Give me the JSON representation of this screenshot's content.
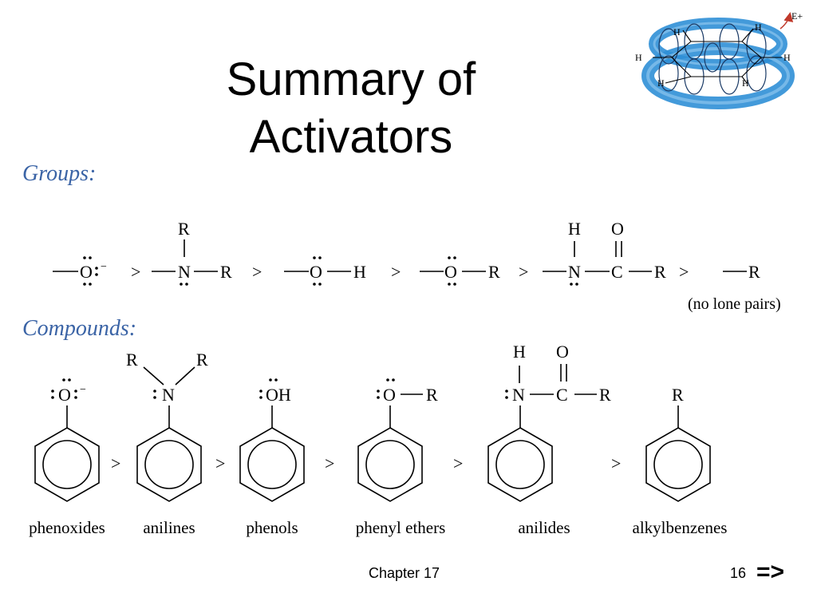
{
  "slide": {
    "title_line1": "Summary of",
    "title_line2": "Activators",
    "footer_chapter": "Chapter 17",
    "page_number": "16",
    "next_arrow": "=>"
  },
  "groups": {
    "label": "Groups:",
    "atoms": {
      "oxide_O": "O",
      "oxide_charge": "−",
      "amine_R_top": "R",
      "amine_N": "N",
      "amine_R_right": "R",
      "hydroxyl_O": "O",
      "hydroxyl_H": "H",
      "ether_O": "O",
      "ether_R": "R",
      "amide_H": "H",
      "amide_N": "N",
      "amide_O": "O",
      "amide_C": "C",
      "amide_R": "R",
      "alkyl_R": "R"
    },
    "greater_than": ">",
    "no_lone_pairs": "(no lone pairs)"
  },
  "compounds": {
    "label": "Compounds:",
    "greater_than": ">",
    "atoms": {
      "phenoxide_O": "O",
      "phenoxide_charge": "−",
      "aniline_R_left": "R",
      "aniline_R_right": "R",
      "aniline_N": "N",
      "phenol_OH": "OH",
      "ether_O": "O",
      "ether_R": "R",
      "anilide_H": "H",
      "anilide_N": "N",
      "anilide_O": "O",
      "anilide_C": "C",
      "anilide_R": "R",
      "alkyl_R": "R"
    },
    "names": [
      "phenoxides",
      "anilines",
      "phenols",
      "phenyl ethers",
      "anilides",
      "alkylbenzenes"
    ]
  },
  "benzene_figure": {
    "H": "H",
    "electrophile": "E+"
  },
  "colors": {
    "section_label": "#3b64a6",
    "torus_blue": "#2f8fd6",
    "arrow_red": "#c0392b"
  }
}
